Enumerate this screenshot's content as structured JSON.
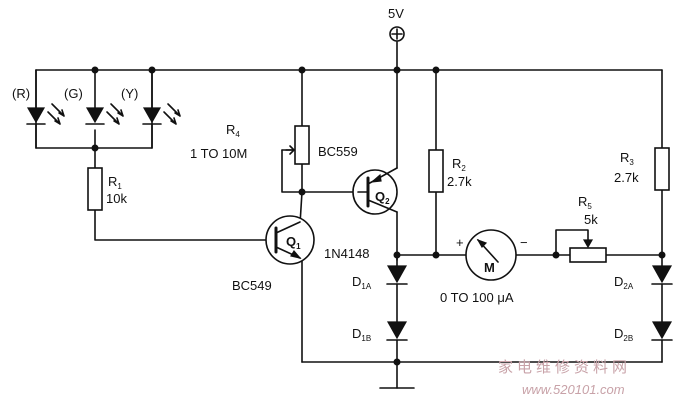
{
  "labels": {
    "supply": "5V",
    "led_r": "(R)",
    "led_g": "(G)",
    "led_y": "(Y)",
    "r1_name": "R",
    "r1_sub": "1",
    "r1_value": "10k",
    "r4_name": "R",
    "r4_sub": "4",
    "r4_value": "1 TO 10M",
    "q2_part": "BC559",
    "q2_name": "Q",
    "q2_sub": "2",
    "q1_name": "Q",
    "q1_sub": "1",
    "q1_part": "BC549",
    "r2_name": "R",
    "r2_sub": "2",
    "r2_value": "2.7k",
    "r3_name": "R",
    "r3_sub": "3",
    "r3_value": "2.7k",
    "r5_name": "R",
    "r5_sub": "5",
    "r5_value": "5k",
    "diode_part": "1N4148",
    "d1a_name": "D",
    "d1a_sub": "1A",
    "d1b_name": "D",
    "d1b_sub": "1B",
    "d2a_name": "D",
    "d2a_sub": "2A",
    "d2b_name": "D",
    "d2b_sub": "2B",
    "meter_symbol": "M",
    "meter_plus": "+",
    "meter_minus": "−",
    "meter_range": "0 TO 100 μA",
    "supply_symbol": "⊕"
  },
  "watermark": {
    "text": "家电维修资料网",
    "url": "www.520101.com"
  },
  "colors": {
    "ink": "#111111",
    "watermark": "#c8a2a8"
  }
}
